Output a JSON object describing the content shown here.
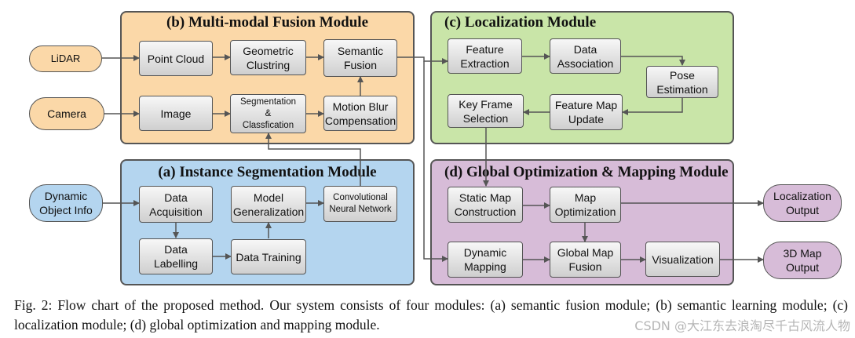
{
  "modules": {
    "fusion": {
      "title": "(b) Multi-modal Fusion Module",
      "color": "#fbd8a8"
    },
    "localization": {
      "title": "(c) Localization Module",
      "color": "#c9e5a8"
    },
    "segmentation": {
      "title": "(a) Instance Segmentation Module",
      "color": "#b4d5ef"
    },
    "optimization": {
      "title": "(d) Global Optimization & Mapping Module",
      "color": "#d7bcd8"
    }
  },
  "inputs": {
    "lidar": "LiDAR",
    "camera": "Camera",
    "dynamic_object_info": "Dynamic\nObject Info"
  },
  "outputs": {
    "localization_output": "Localization\nOutput",
    "map_output": "3D Map\nOutput"
  },
  "nodes": {
    "point_cloud": "Point Cloud",
    "geometric_clustring": "Geometric\nClustring",
    "semantic_fusion": "Semantic\nFusion",
    "image": "Image",
    "segmentation_classification": "Segmentation\n&\nClassfication",
    "motion_blur_compensation": "Motion Blur\nCompensation",
    "feature_extraction": "Feature\nExtraction",
    "data_association": "Data\nAssociation",
    "pose_estimation": "Pose\nEstimation",
    "key_frame_selection": "Key Frame\nSelection",
    "feature_map_update": "Feature Map\nUpdate",
    "data_acquisition": "Data\nAcquisition",
    "model_generalization": "Model\nGeneralization",
    "convolutional_neural_network": "Convolutional\nNeural Network",
    "data_labelling": "Data\nLabelling",
    "data_training": "Data Training",
    "static_map_construction": "Static Map\nConstruction",
    "map_optimization": "Map\nOptimization",
    "dynamic_mapping": "Dynamic\nMapping",
    "global_map_fusion": "Global Map\nFusion",
    "visualization": "Visualization"
  },
  "caption": "Fig. 2: Flow chart of the proposed method. Our system consists of four modules: (a) semantic fusion module; (b) semantic learning module; (c) localization module; (d) global optimization and mapping module.",
  "watermark": "CSDN @大江东去浪淘尽千古风流人物"
}
